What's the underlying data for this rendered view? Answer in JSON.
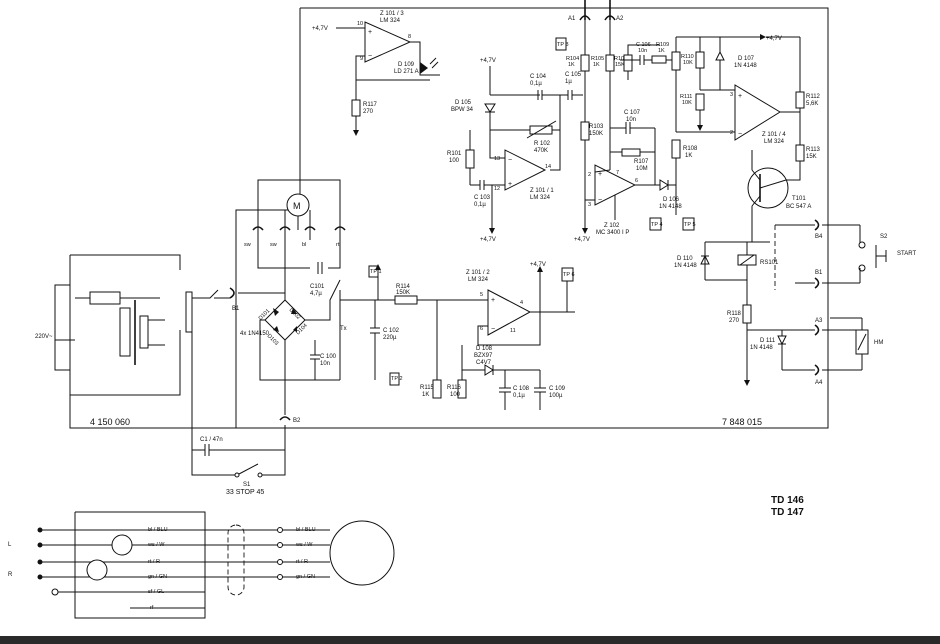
{
  "labels": {
    "z101_3": "Z 101 / 3",
    "lm324_a": "LM 324",
    "v47_a": "+4,7V",
    "pin10": "10",
    "pin8": "8",
    "pin9": "9",
    "d109": "D 109",
    "ld271a": "LD 271 A",
    "r117": "R117",
    "r117v": "270",
    "d105": "D 105",
    "bpw34": "BPW 34",
    "v47_b": "+4,7V",
    "c104": "C 104",
    "c104v": "0,1µ",
    "c105": "C 105",
    "c105v": "1µ",
    "a1": "A1",
    "a2": "A2",
    "tp3": "TP 3",
    "r104": "R104",
    "r104v": "1K",
    "r105": "R105",
    "r105v": "1K",
    "r106": "R106",
    "r106v": "15K",
    "c106": "C 106",
    "c106v": "10n",
    "r109": "R109",
    "r109v": "1K",
    "r110": "R110",
    "r110v": "10K",
    "d107": "D 107",
    "d107v": "1N 4148",
    "v47_c": "+4,7V",
    "r111": "R111",
    "r111v": "10K",
    "r112": "R112",
    "r112v": "5,6K",
    "r102": "R 102",
    "r102v": "470K",
    "r101": "R101",
    "r101v": "100",
    "pin13": "13",
    "pin14": "14",
    "pin12": "12",
    "c103": "C 103",
    "c103v": "0,1µ",
    "z101_1": "Z 101 / 1",
    "lm324_b": "LM 324",
    "v47_d": "+4,7V",
    "r103": "R103",
    "r103v": "150K",
    "c107": "C 107",
    "c107v": "10n",
    "r107": "R107",
    "r107v": "10M",
    "r108": "R108",
    "r108v": "1K",
    "z101_4": "Z 101 / 4",
    "lm324_c": "LM 324",
    "pin3": "3",
    "pin2": "2",
    "r113": "R113",
    "r113v": "15K",
    "pin2b": "2",
    "pin7": "7",
    "pin6": "6",
    "pin3b": "3",
    "d106": "D 106",
    "d106v": "1N 4148",
    "z102": "Z 102",
    "mc3400": "MC 3400 I P",
    "v47_e": "+4,7V",
    "tp4": "TP 4",
    "tp5": "TP 5",
    "t101": "T101",
    "bc547": "BC 547 A",
    "motor": "M",
    "sw1": "sw",
    "sw2": "sw",
    "bl": "bl",
    "rt": "rt",
    "c101": "C101",
    "c101v": "4,7µ",
    "tp1": "TP 1",
    "r114": "R114",
    "r114v": "150K",
    "z101_2": "Z 101 / 2",
    "lm324_d": "LM 324",
    "v47_f": "+4,7V",
    "tp6": "TP 6",
    "pin5": "5",
    "pin4": "4",
    "pin6b": "6",
    "pin11": "11",
    "d110": "D 110",
    "d110v": "1N 4148",
    "rs101": "RS101",
    "b4": "B4",
    "s2": "S2",
    "start": "START",
    "b1r": "B1",
    "b1l": "B1",
    "d101": "D101",
    "d102": "D102",
    "d103": "D103",
    "d104": "D104",
    "bridge": "4x 1N4150",
    "c102": "C 102",
    "c102v": "220µ",
    "c100": "C 100",
    "c100v": "10n",
    "d108": "D 108",
    "bzx97": "BZX97",
    "c4v7": "C4V7",
    "v220": "220V~",
    "r115": "R115",
    "r115v": "1K",
    "r116": "R116",
    "r116v": "100",
    "c108": "C 108",
    "c108v": "0,1µ",
    "c109": "C 109",
    "c109v": "100µ",
    "r118": "R118",
    "r118v": "270",
    "d111": "D 111",
    "d111v": "1N 4148",
    "a3": "A3",
    "hm": "HM",
    "a4": "A4",
    "b2": "B2",
    "part_left": "4 150 060",
    "part_right": "7 848 015",
    "c1": "C1 / 47n",
    "s1": "S1",
    "s1v": "33 STOP 45",
    "td146": "TD 146",
    "td147": "TD 147",
    "wire_bl": "bl / BLU",
    "wire_ws": "ws / W",
    "wire_rt": "rt / R",
    "wire_gn": "gn / GN",
    "wire_sf": "sf / GL",
    "wire_rf": "rf",
    "wire_bl2": "bl / BLU",
    "wire_ws2": "ws / W",
    "wire_rt2": "rt / R",
    "wire_gn2": "gn / GN",
    "ch_l": "L",
    "ch_r": "R"
  }
}
